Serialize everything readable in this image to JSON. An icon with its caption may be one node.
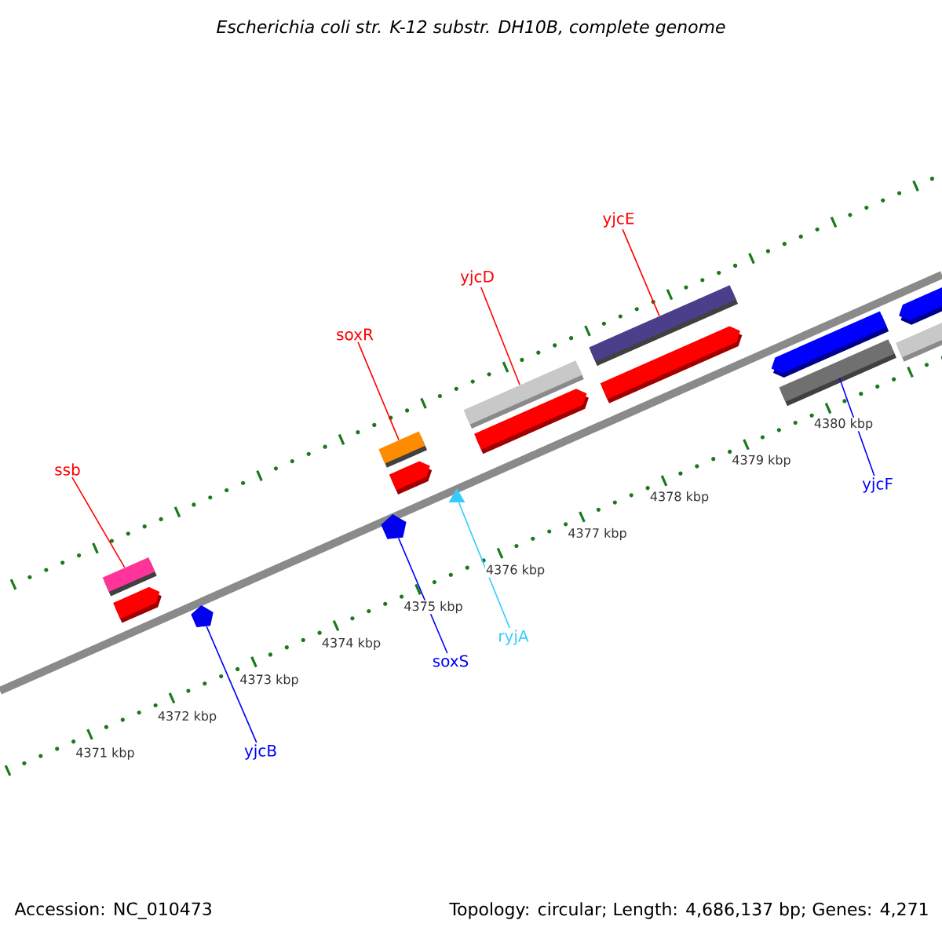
{
  "diagram": {
    "title": "Escherichia coli str. K-12 substr. DH10B, complete genome",
    "nodes": [
      {
        "text": [
          "ssb"
        ]
      },
      {
        "text": [],
        "shape": "bar"
      },
      {
        "text": [
          "soxR"
        ]
      },
      {
        "text": [],
        "shape": "bar"
      },
      {
        "text": [
          "yjcD"
        ]
      },
      {
        "text": [],
        "shape": "bar"
      },
      {
        "text": [
          "yjcE"
        ]
      },
      {
        "text": [],
        "shape": "bar"
      },
      {
        "text": [
          "yjcF"
        ]
      },
      {
        "text": [],
        "shape": "bar"
      },
      {
        "text": [
          "yjcB"
        ]
      },
      {
        "text": [],
        "shape": "pentagon"
      },
      {
        "text": [
          "soxS"
        ]
      },
      {
        "text": [],
        "shape": "pentagon"
      },
      {
        "text": [
          "ryjA"
        ]
      },
      {
        "text": [],
        "shape": "triangle"
      }
    ],
    "edges": [
      {
        "from": 0,
        "to": 1,
        "arrow": "none"
      },
      {
        "from": 2,
        "to": 3,
        "arrow": "none"
      },
      {
        "from": 4,
        "to": 5,
        "arrow": "none"
      },
      {
        "from": 6,
        "to": 7,
        "arrow": "none"
      },
      {
        "from": 8,
        "to": 9,
        "arrow": "none",
        "color": "#0000ff"
      },
      {
        "from": 10,
        "to": 11,
        "arrow": "none",
        "color": "#0000ff"
      },
      {
        "from": 12,
        "to": 13,
        "arrow": "none",
        "color": "#0000ff"
      },
      {
        "from": 14,
        "to": 15,
        "arrow": "none",
        "color": "#33ccff"
      }
    ],
    "labels": [
      "4371 kbp",
      "4372 kbp",
      "4373 kbp",
      "4374 kbp",
      "4375 kbp",
      "4376 kbp",
      "4377 kbp",
      "4378 kbp",
      "4379 kbp",
      "4380 kbp",
      "Accession: NC_010473",
      "Topology: circular; Length: 4,686,137 bp; Genes: 4,271"
    ]
  }
}
